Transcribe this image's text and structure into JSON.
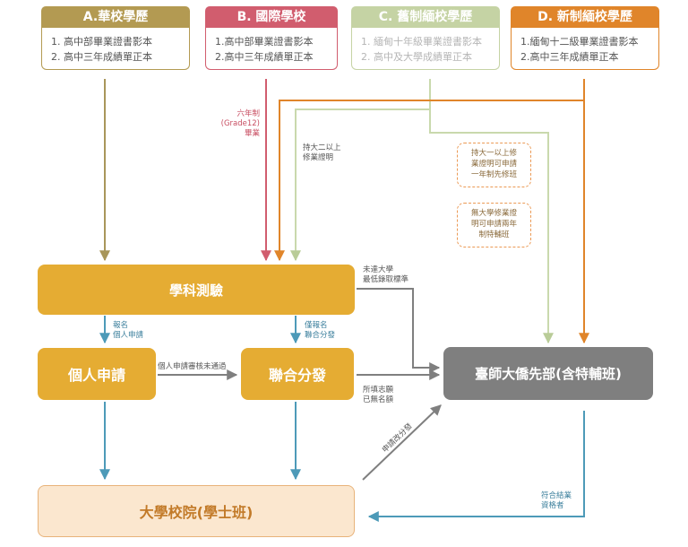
{
  "sources": [
    {
      "title": "A.華校學歷",
      "color": "#b39a52",
      "items": [
        "1. 高中部畢業證書影本",
        "2. 高中三年成績單正本"
      ]
    },
    {
      "title": "B. 國際學校",
      "color": "#d15d6e",
      "items": [
        "1.高中部畢業證書影本",
        "2.高中三年成績單正本"
      ]
    },
    {
      "title": "C. 舊制緬校學歷",
      "color": "#c5d3a4",
      "items": [
        "1. 緬甸十年級畢業證書影本",
        "2. 高中及大學成績單正本"
      ]
    },
    {
      "title": "D. 新制緬校學歷",
      "color": "#e0852a",
      "items": [
        "1.緬甸十二級畢業證書影本",
        "2.高中三年成績單正本"
      ]
    }
  ],
  "blocks": {
    "exam": "學科測驗",
    "personal": "個人申請",
    "joint": "聯合分發",
    "prep": "臺師大僑先部(含特輔班)",
    "university": "大學校院(學士班)"
  },
  "labels": {
    "six_year": [
      "六年制",
      "(Grade12)",
      "畢業"
    ],
    "uni2": [
      "持大二以上",
      "修業證明"
    ],
    "dash1": [
      "持大一以上修",
      "業證明可申請",
      "一年制先修班"
    ],
    "dash2": [
      "無大學修業證",
      "明可申請兩年",
      "制特輔班"
    ],
    "below_min": [
      "未達大學",
      "最低錄取標準"
    ],
    "reg_personal": [
      "報名",
      "個人申請"
    ],
    "reg_joint": [
      "僅報名",
      "聯合分發"
    ],
    "personal_fail": "個人申請審核未通過",
    "no_quota": [
      "所填志願",
      "已無名額"
    ],
    "apply_change": "申請改分發",
    "meets": [
      "符合結業",
      "資格者"
    ]
  },
  "colors": {
    "gold": "#e5ac33",
    "gray": "#7f7f7f",
    "teal": "#4d9ab8",
    "cream": "#fbe7cf",
    "olive": "#a8965a",
    "pink": "#d15d6e",
    "sage": "#c9d9ad",
    "orange": "#e0852a"
  }
}
